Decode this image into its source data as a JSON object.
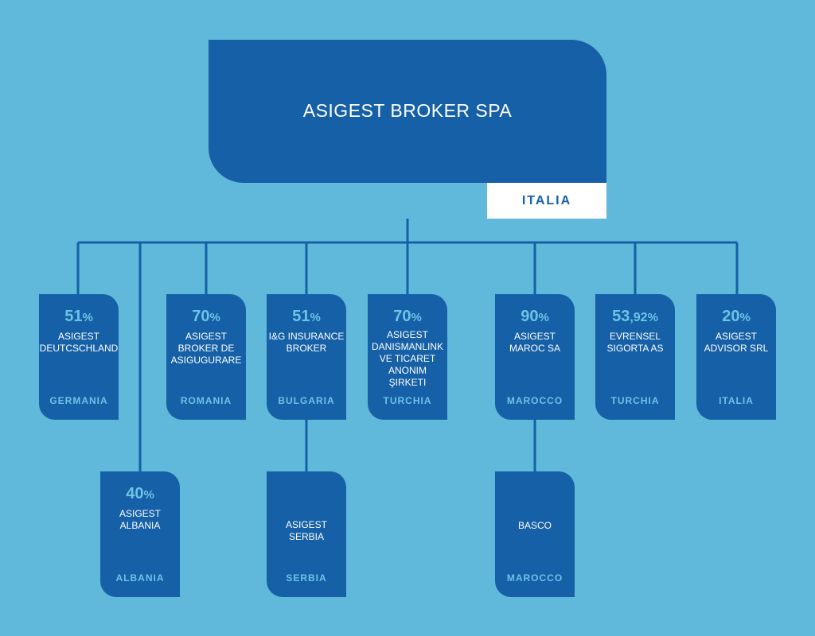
{
  "colors": {
    "background": "#60b8da",
    "box": "#1560a6",
    "accent": "#6ec3e6",
    "root_label_bg": "#ffffff"
  },
  "root": {
    "title": "ASIGEST BROKER SPA",
    "country": "ITALIA"
  },
  "nodes": [
    {
      "id": "germania",
      "percent": "51",
      "name": [
        "ASIGEST",
        "DEUTCSCHLAND"
      ],
      "country": "GERMANIA"
    },
    {
      "id": "albania",
      "percent": "40",
      "name": [
        "ASIGEST",
        "ALBANIA"
      ],
      "country": "ALBANIA"
    },
    {
      "id": "romania",
      "percent": "70",
      "name": [
        "ASIGEST",
        "BROKER DE",
        "ASIGUGURARE"
      ],
      "country": "ROMANIA"
    },
    {
      "id": "bulgaria",
      "percent": "51",
      "name": [
        "I&G INSURANCE",
        "BROKER"
      ],
      "country": "BULGARIA"
    },
    {
      "id": "serbia",
      "percent": "",
      "name": [
        "ASIGEST",
        "SERBIA"
      ],
      "country": "SERBIA"
    },
    {
      "id": "turchia-1",
      "percent": "70",
      "name": [
        "ASIGEST",
        "DANISMANLINK",
        "VE TICARET",
        "ANONIM ŞIRKETI"
      ],
      "country": "TURCHIA"
    },
    {
      "id": "marocco-1",
      "percent": "90",
      "name": [
        "ASIGEST",
        "MAROC SA"
      ],
      "country": "MAROCCO"
    },
    {
      "id": "marocco-2",
      "percent": "",
      "name": [
        "BASCO"
      ],
      "country": "MAROCCO"
    },
    {
      "id": "turchia-2",
      "percent": "53,92",
      "name": [
        "EVRENSEL",
        "SIGORTA AS"
      ],
      "country": "TURCHIA"
    },
    {
      "id": "italia",
      "percent": "20",
      "name": [
        "ASIGEST",
        "ADVISOR SRL"
      ],
      "country": "ITALIA"
    }
  ],
  "percent_symbol": "%"
}
